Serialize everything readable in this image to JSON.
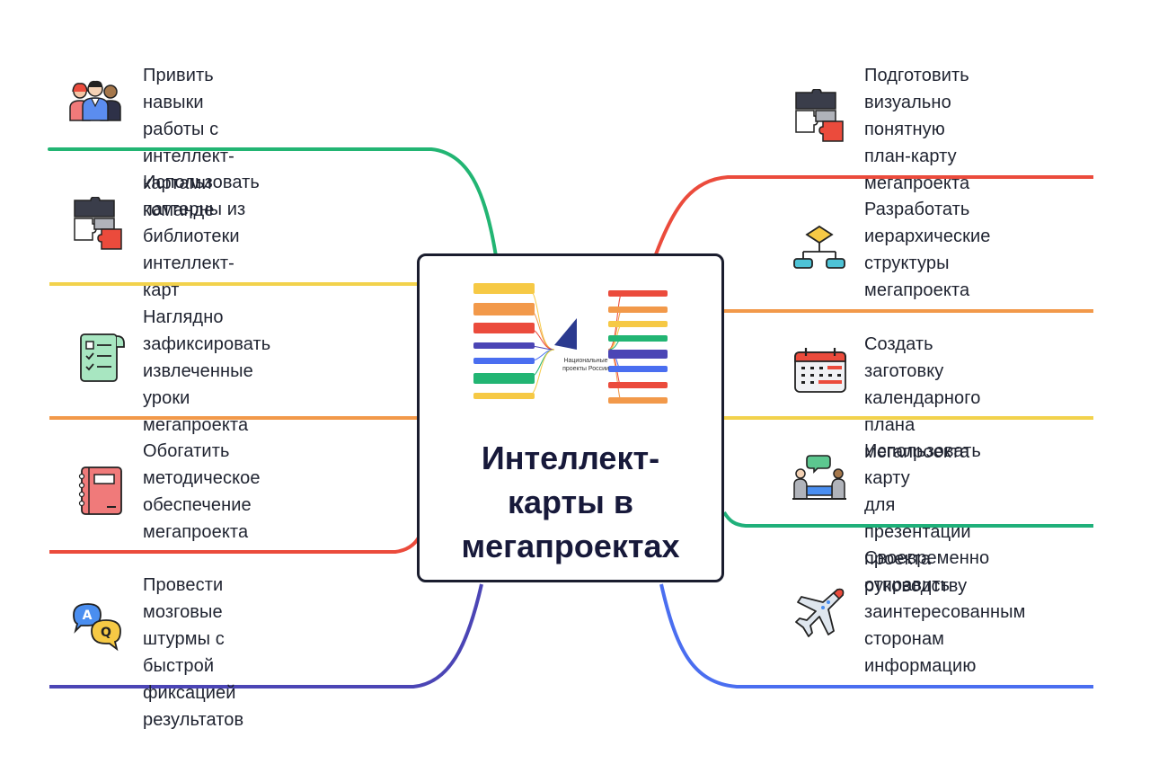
{
  "center": {
    "title": "Интеллект-\nкарты в\nмегапроектах",
    "thumbnail_label": "Национальные\nпроекты России"
  },
  "left_items": [
    {
      "text": "Привить навыки\nработы с интеллект-\nкартами команде",
      "icon": "team-icon",
      "color": "#22b573"
    },
    {
      "text": "Использовать\nпаттерны из\nбиблиотеки\nинтеллект-карт",
      "icon": "puzzle-icon",
      "color": "#f2c94c"
    },
    {
      "text": "Наглядно\nзафиксировать\nизвлеченные уроки\nмегапроекта",
      "icon": "checklist-icon",
      "color": "#f2994a"
    },
    {
      "text": "Обогатить\nметодическое\nобеспечение\nмегапроекта",
      "icon": "notebook-icon",
      "color": "#eb4b3c"
    },
    {
      "text": "Провести мозговые\nштурмы с быстрой\nфиксацией\nрезультатов",
      "icon": "qa-bubbles-icon",
      "color": "#4b45b5"
    }
  ],
  "right_items": [
    {
      "text": "Подготовить\nвизуально понятную\nплан-карту\nмегапроекта",
      "icon": "puzzle-icon",
      "color": "#eb4b3c"
    },
    {
      "text": "Разработать\nиерархические\nструктуры\nмегапроекта",
      "icon": "hierarchy-icon",
      "color": "#f2994a"
    },
    {
      "text": "Создать заготовку\nкалендарного плана\nмегапроекта",
      "icon": "calendar-icon",
      "color": "#f2d24c"
    },
    {
      "text": "Использовать карту\nдля презентации\nпроекта руководству",
      "icon": "meeting-icon",
      "color": "#1fb07a"
    },
    {
      "text": "Своевременно\nотправить\nзаинтересованным\nсторонам\nинформацию",
      "icon": "airplane-icon",
      "color": "#4a6ef0"
    }
  ]
}
